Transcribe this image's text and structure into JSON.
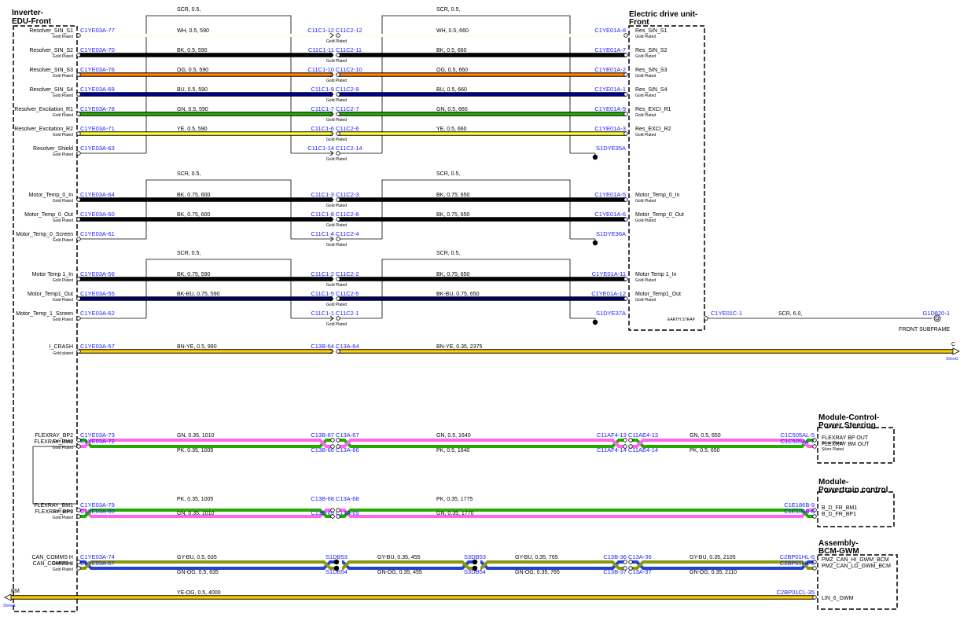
{
  "components": {
    "inverter": [
      "Inverter-",
      "EDU-Front"
    ],
    "edu": [
      "Electric drive unit-",
      "Front"
    ],
    "steering": [
      "Module-Control-",
      "Power Steering"
    ],
    "powertrain": [
      "Module-",
      "Powertrain control"
    ],
    "bcm": [
      "Assembly-",
      "BCM-GWM"
    ]
  },
  "shield_label": "SCR,  0.5,",
  "earth": {
    "label": "EARTH STRAP",
    "pin": "C1YE01C-1",
    "spec": "SCR,  6.0,",
    "ground_pin": "G1D820-1",
    "ground_label": "FRONT SUBFRAME"
  },
  "resolver_rows": [
    {
      "left": "Resolver_SIN_S1",
      "lsub": "Gold Plated",
      "lpin": "C1YE03A-77",
      "spec1": "WH,  0.5,  590",
      "c1": "C11C1-12",
      "c2": "C11C2-12",
      "csub": "Gold Plated",
      "spec2": "WH,  0.5,  660",
      "rpin": "C1YE01A-8",
      "right": "Res_SIN_S1",
      "rsub": "Gold Plated",
      "color": "#ffffff"
    },
    {
      "left": "Resolver_SIN_S2",
      "lsub": "Gold Plated",
      "lpin": "C1YE03A-70",
      "spec1": "BK,  0.5,  590",
      "c1": "C11C1-11",
      "c2": "C11C2-11",
      "csub": "Gold Plated",
      "spec2": "BK,  0.5,  660",
      "rpin": "C1YE01A-7",
      "right": "Res_SIN_S2",
      "rsub": "Gold Plated",
      "color": "#000000"
    },
    {
      "left": "Resolver_SIN_S3",
      "lsub": "Gold Plated",
      "lpin": "C1YE03A-76",
      "spec1": "OG,  0.5,  590",
      "c1": "C11C1-10",
      "c2": "C11C2-10",
      "csub": "Gold Plated",
      "spec2": "OG,  0.5,  660",
      "rpin": "C1YE01A-2",
      "right": "Res_SIN_S3",
      "rsub": "Gold Plated",
      "color": "#ff7f00"
    },
    {
      "left": "Resolver_SIN_S4",
      "lsub": "Gold Plated",
      "lpin": "C1YE03A-69",
      "spec1": "BU,  0.5,  590",
      "c1": "C11C1-9",
      "c2": "C11C2-9",
      "csub": "Gold Plated",
      "spec2": "BU,  0.5,  660",
      "rpin": "C1YE01A-1",
      "right": "Res_SIN_S4",
      "rsub": "Gold Plated",
      "color": "#0000a0"
    },
    {
      "left": "Resolver_Excitation_R1",
      "lsub": "Gold Plated",
      "lpin": "C1YE03A-78",
      "spec1": "GN,  0.5,  590",
      "c1": "C11C1-7",
      "c2": "C11C2-7",
      "csub": "Gold Plated",
      "spec2": "GN,  0.5,  660",
      "rpin": "C1YE01A-9",
      "right": "Res_EXCI_R1",
      "rsub": "Gold Plated",
      "color": "#22aa00"
    },
    {
      "left": "Resolver_Excitation_R2",
      "lsub": "Gold Plated",
      "lpin": "C1YE03A-71",
      "spec1": "YE,  0.5,  590",
      "c1": "C11C1-6",
      "c2": "C11C2-6",
      "csub": "Gold Plated",
      "spec2": "YE,  0.5,  660",
      "rpin": "C1YE01A-3",
      "right": "Res_EXCI_R2",
      "rsub": "Gold Plated",
      "color": "#ffff33"
    },
    {
      "left": "Resolver_Shield",
      "lsub": "Gold Plated",
      "lpin": "C1YE03A-63",
      "spec1": "",
      "c1": "C11C1-14",
      "c2": "C11C2-14",
      "csub": "Gold Plated",
      "spec2": "",
      "rpin": "S1DYE35A",
      "right": "",
      "rsub": "",
      "color": "none"
    }
  ],
  "temp0_rows": [
    {
      "left": "Motor_Temp_0_In",
      "lsub": "Gold Plated",
      "lpin": "C1YE03A-64",
      "spec1": "BK,  0.75,  600",
      "c1": "C11C1-3",
      "c2": "C11C2-3",
      "csub": "Gold Plated",
      "spec2": "BK,  0.75,  650",
      "rpin": "C1YE01A-5",
      "right": "Motor_Temp_0_In",
      "rsub": "Gold Plated",
      "color": "#000000"
    },
    {
      "left": "Motor_Temp_0_Out",
      "lsub": "Gold Plated",
      "lpin": "C1YE03A-60",
      "spec1": "BK,  0.75,  600",
      "c1": "C11C1-8",
      "c2": "C11C2-8",
      "csub": "Gold Plated",
      "spec2": "BK,  0.75,  650",
      "rpin": "C1YE01A-6",
      "right": "Motor_Temp_0_Out",
      "rsub": "Gold Plated",
      "color": "#000000"
    },
    {
      "left": "Motor_Temp_0_Screen",
      "lsub": "Gold Plated",
      "lpin": "C1YE03A-61",
      "spec1": "",
      "c1": "C11C1-4",
      "c2": "C11C2-4",
      "csub": "Gold Plated",
      "spec2": "",
      "rpin": "S1DYE36A",
      "right": "",
      "rsub": "",
      "color": "none"
    }
  ],
  "temp1_rows": [
    {
      "left": "Motor Temp 1_In",
      "lsub": "Gold Plated",
      "lpin": "C1YE03A-56",
      "spec1": "BK,  0.75,  590",
      "c1": "C11C1-2",
      "c2": "C11C2-2",
      "csub": "Gold Plated",
      "spec2": "BK,  0.75,  650",
      "rpin": "C1YE01A-11",
      "right": "Motor Temp 1_In",
      "rsub": "Gold Plated",
      "color": "#000000"
    },
    {
      "left": "Motor_Temp1_Out",
      "lsub": "Gold Plated",
      "lpin": "C1YE03A-55",
      "spec1": "BK-BU,  0.75,  590",
      "c1": "C11C1-5",
      "c2": "C11C2-5",
      "csub": "Gold Plated",
      "spec2": "BK-BU,  0.75,  650",
      "rpin": "C1YE01A-12",
      "right": "Motor_Temp1_Out",
      "rsub": "Gold Plated",
      "color": "#000066"
    },
    {
      "left": "Motor_Temp_1_Screen",
      "lsub": "Gold Plated",
      "lpin": "C1YE03A-62",
      "spec1": "",
      "c1": "C11C1-1",
      "c2": "C11C2-1",
      "csub": "Gold Plated",
      "spec2": "",
      "rpin": "S1DYE37A",
      "right": "",
      "rsub": "",
      "color": "none"
    }
  ],
  "crash": {
    "left": "I_CRASH",
    "lsub": "Gold plated",
    "lpin": "C1YE03A-57",
    "spec1": "BN-YE,  0.5,  990",
    "c1": "C13B-64",
    "c2": "C13A-64",
    "spec2": "BN-YE,  0.35,  2375",
    "end": "C",
    "sheet": "Sheet2"
  },
  "flex1": {
    "top": {
      "left": "FLEXRAY_BP2",
      "lsub": "Gold Plated",
      "lpin": "C1YE03A-73",
      "specs": [
        "GN,  0.35,  1010",
        "GN,  0.5,  1640",
        "GN,  0.5,  650"
      ],
      "c1": [
        "C13B-67",
        "C11AF4-13"
      ],
      "c2": [
        "C13A-67",
        "C11AE4-13"
      ],
      "rpin": "C1C505AL-5",
      "right": "FLEXRAY BP OUT",
      "rsub": "Silver Plated"
    },
    "bot": {
      "left": "FLEXRAY_BM2",
      "lsub": "Gold Plated",
      "lpin": "C1YE03A-72",
      "specs": [
        "PK,  0.35,  1005",
        "PK,  0.5,  1640",
        "PK,  0.5,  650"
      ],
      "c1": [
        "C13B-66",
        "C11AF4-14"
      ],
      "c2": [
        "C13A-66",
        "C11AE4-14"
      ],
      "rpin": "C1C505AL-7",
      "right": "FLEXRAY BM OUT",
      "rsub": "Silver Plated"
    }
  },
  "flex2": {
    "top": {
      "left": "FLEXRAY_BM1",
      "lsub": "Gold plated",
      "lpin": "C1YE03A-79",
      "specs": [
        "PK,  0.35,  1005",
        "PK,  0.35,  1775"
      ],
      "c1": [
        "C13B-68"
      ],
      "c2": [
        "C13A-68"
      ],
      "rpin": "C1E186B-9",
      "right": "B_D_FR_BM1",
      "rsub": ""
    },
    "bot": {
      "left": "FLEXRAY_BP1",
      "lsub": "Gold Plated",
      "lpin": "C1YE03A-80",
      "specs": [
        "GN,  0.35,  1010",
        "GN,  0.35,  1770"
      ],
      "c1": [
        "C13B-69"
      ],
      "c2": [
        "C13A-69"
      ],
      "rpin": "C1E186B-8",
      "right": "B_D_FR_BP1",
      "rsub": ""
    }
  },
  "can": {
    "top": {
      "left": "CAN_COMMS H",
      "lsub": "Gold Plated",
      "lpin": "C1YE03A-74",
      "specs": [
        "GY-BU,  0.5,  635",
        "GY-BU,  0.35,  455",
        "GY-BU,  0.35,  765",
        "GY-BU,  0.35,  2105"
      ],
      "splices": [
        "S1DB53",
        "S3DB53"
      ],
      "c1": "C13B-36",
      "c2": "C13A-36",
      "rpin": "C2BP01HL-6",
      "right": "PMZ_CAN_HI_GWM_BCM"
    },
    "bot": {
      "left": "CAN_COMMS L",
      "lsub": "Gold Plated",
      "lpin": "C1YE03A-67",
      "specs": [
        "GN-OG,  0.5,  635",
        "GN-OG,  0.35,  455",
        "GN-OG,  0.35,  765",
        "GN-OG,  0.35,  2110"
      ],
      "splices": [
        "S1DB54",
        "S3DB54"
      ],
      "c1": "C13B-37",
      "c2": "C13A-37",
      "rpin": "C2BP01HL-8",
      "right": "PMZ_CAN_LO_GWM_BCM"
    }
  },
  "lin": {
    "left": "RM",
    "sheet": "Sheet1",
    "spec": "YE-OG,  0.5,  4000",
    "rpin": "C2BP01CL-35",
    "right": "LIN_6_GWM"
  }
}
